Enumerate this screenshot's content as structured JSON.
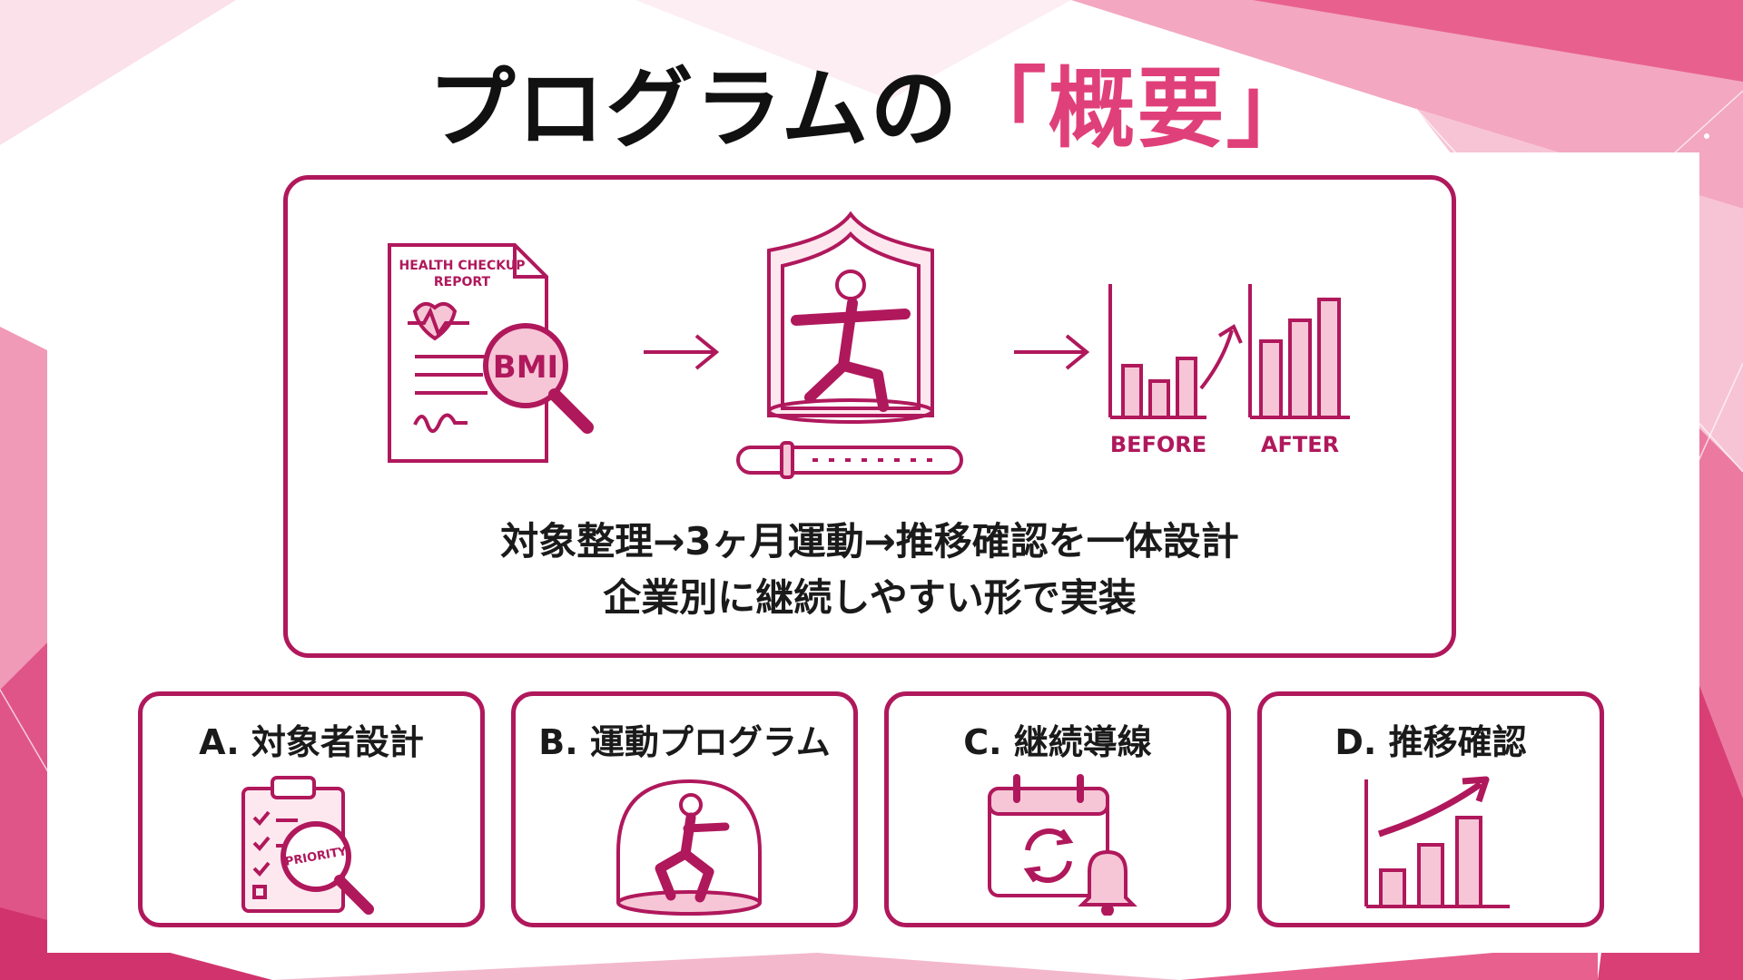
{
  "title": {
    "main": "プログラムの",
    "accent": "「概要」"
  },
  "flow": {
    "report_label_1": "HEALTH CHECKUP",
    "report_label_2": "REPORT",
    "magnifier_label": "BMI",
    "before_label": "BEFORE",
    "after_label": "AFTER"
  },
  "summary": {
    "line1": "対象整理→3ヶ月運動→推移確認を一体設計",
    "line2": "企業別に継続しやすい形で実装"
  },
  "cards": [
    {
      "label": "A. 対象者設計",
      "icon": "clipboard-priority-icon",
      "icon_text": "PRIORITY"
    },
    {
      "label": "B. 運動プログラム",
      "icon": "exercise-dome-icon"
    },
    {
      "label": "C. 継続導線",
      "icon": "calendar-bell-icon"
    },
    {
      "label": "D. 推移確認",
      "icon": "growth-chart-icon"
    }
  ],
  "colors": {
    "accent": "#e0407a",
    "line": "#b0185c",
    "fill_light": "#f6c6d6"
  }
}
